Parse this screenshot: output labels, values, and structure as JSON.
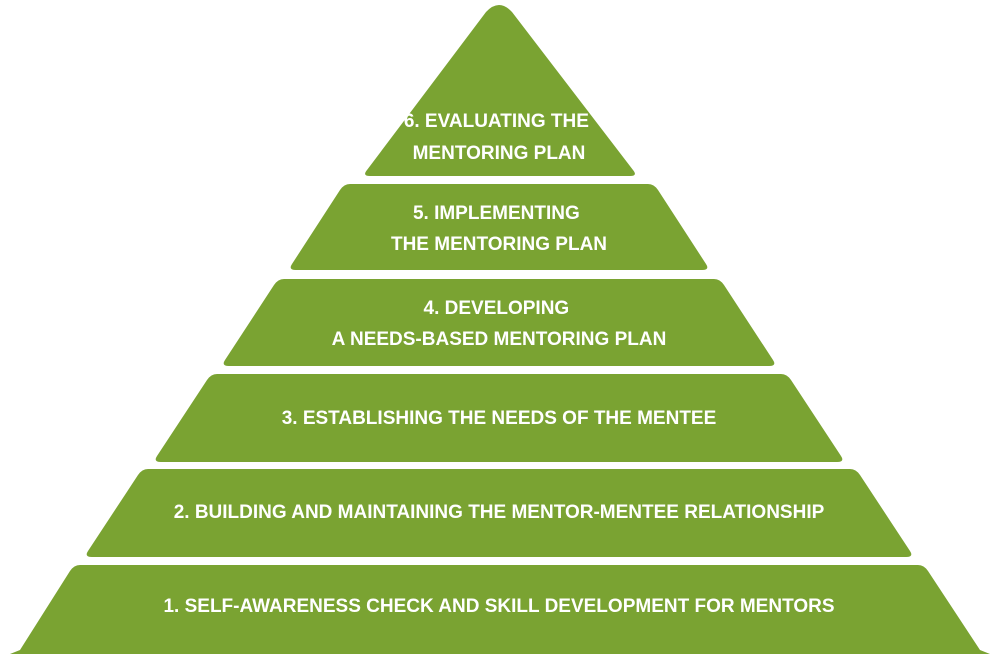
{
  "diagram": {
    "tiers": [
      {
        "lines": [
          "6. EVALUATING THE",
          "MENTORING PLAN"
        ]
      },
      {
        "lines": [
          "5. IMPLEMENTING",
          "THE MENTORING PLAN"
        ]
      },
      {
        "lines": [
          "4. DEVELOPING",
          "A NEEDS-BASED MENTORING PLAN"
        ]
      },
      {
        "lines": [
          "3. ESTABLISHING THE NEEDS OF THE MENTEE"
        ]
      },
      {
        "lines": [
          "2. BUILDING AND MAINTAINING THE MENTOR-MENTEE RELATIONSHIP"
        ]
      },
      {
        "lines": [
          "1. SELF-AWARENESS CHECK AND SKILL DEVELOPMENT FOR MENTORS"
        ]
      }
    ],
    "colors": {
      "tier_fill": "#7aa332",
      "label_text": "#ffffff"
    }
  }
}
